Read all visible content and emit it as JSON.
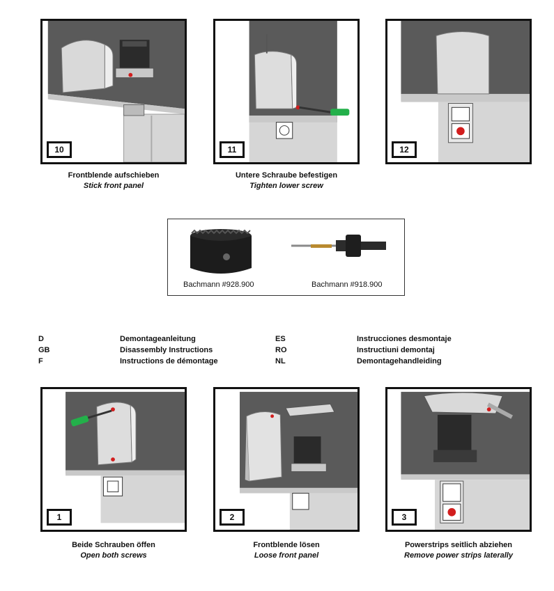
{
  "steps_top": [
    {
      "number": "10",
      "de": "Frontblende aufschieben",
      "en": "Stick front panel"
    },
    {
      "number": "11",
      "de": "Untere Schraube befestigen",
      "en": "Tighten lower screw"
    },
    {
      "number": "12",
      "de": "",
      "en": ""
    }
  ],
  "tools": [
    {
      "label": "Bachmann #928.900"
    },
    {
      "label": "Bachmann #918.900"
    }
  ],
  "languages": [
    {
      "code": "D",
      "title": "Demontageanleitung"
    },
    {
      "code": "GB",
      "title": "Disassembly Instructions"
    },
    {
      "code": "F",
      "title": "Instructions de démontage"
    },
    {
      "code": "ES",
      "title": "Instrucciones desmontaje"
    },
    {
      "code": "RO",
      "title": "Instructiuni demontaj"
    },
    {
      "code": "NL",
      "title": "Demontagehandleiding"
    }
  ],
  "steps_bottom": [
    {
      "number": "1",
      "de": "Beide Schrauben öffen",
      "en": "Open both screws"
    },
    {
      "number": "2",
      "de": "Frontblende lösen",
      "en": "Loose front panel"
    },
    {
      "number": "3",
      "de": "Powerstrips seitlich abziehen",
      "en": "Remove power strips laterally"
    }
  ],
  "colors": {
    "cabinet_dark": "#4d4d4d",
    "cabinet_light": "#d8d8d8",
    "screw_accent": "#d21e1e",
    "screwdriver": "#23b04a"
  }
}
